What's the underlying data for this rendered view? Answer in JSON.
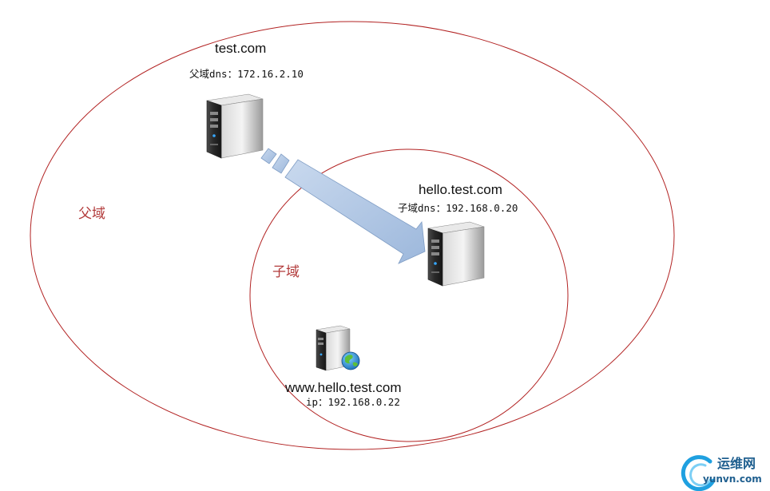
{
  "parent_domain": {
    "region_label": "父域",
    "host_name": "test.com",
    "dns_info": "父域dns：172.16.2.10"
  },
  "child_domain": {
    "region_label": "子域",
    "host_name": "hello.test.com",
    "dns_info": "子域dns：192.168.0.20"
  },
  "web_host": {
    "host_name": "www.hello.test.com",
    "ip_info": "ip：192.168.0.22"
  },
  "watermark": {
    "site_name": "运维网",
    "site_url": "yunvn.com"
  },
  "colors": {
    "ellipse_stroke": "#b22222",
    "region_label": "#b23a3a",
    "arrow_fill": "#a9c3e3",
    "arrow_stroke": "#7e9cc4"
  }
}
